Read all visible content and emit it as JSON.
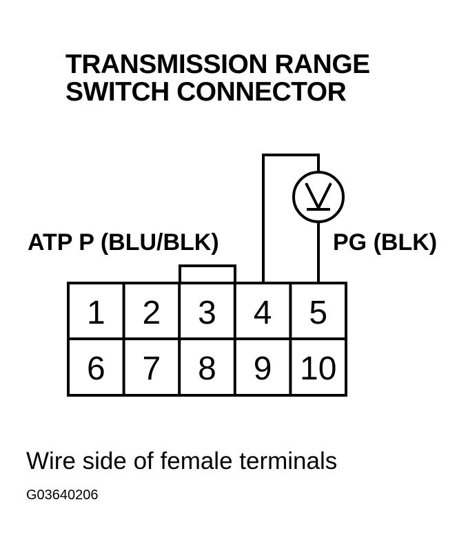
{
  "title": {
    "line1": "TRANSMISSION RANGE",
    "line2": "SWITCH CONNECTOR"
  },
  "labels": {
    "left": "ATP P (BLU/BLK)",
    "right": "PG (BLK)"
  },
  "connector": {
    "rows": [
      [
        "1",
        "2",
        "3",
        "4",
        "5"
      ],
      [
        "6",
        "7",
        "8",
        "9",
        "10"
      ]
    ]
  },
  "meter": {
    "icon": "voltmeter-icon",
    "symbol": "V"
  },
  "caption": "Wire side of female terminals",
  "figure_code": "G03640206"
}
